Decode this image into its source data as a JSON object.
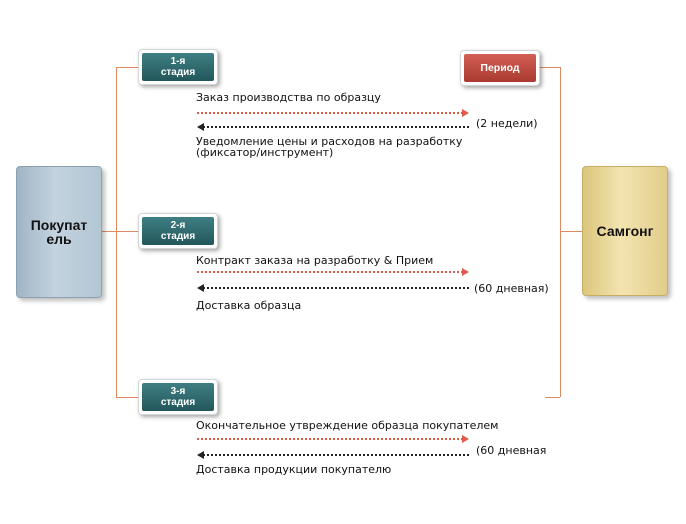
{
  "buyer": {
    "label": "Покупатель"
  },
  "samsung": {
    "label": "Самгонг"
  },
  "period": {
    "label": "Период"
  },
  "stages": [
    {
      "label": "1-я стадия",
      "line1": "1-я",
      "line2": "стадия",
      "forward": "Заказ производства по образцу",
      "duration": "(2 недели)",
      "back_line1": "Уведомление цены и расходов на разработку",
      "back_line2": "(фиксатор/инструмент)"
    },
    {
      "label": "2-я стадия",
      "line1": "2-я",
      "line2": "стадия",
      "forward": "Контракт заказа на разработку & Прием",
      "duration": "(60 дневная)",
      "back_line1": "Доставка образца"
    },
    {
      "label": "3-я стадия",
      "line1": "3-я",
      "line2": "стадия",
      "forward": "Окончательное утвреждение образца покупателем",
      "duration": "(60 дневная",
      "back_line1": "Доставка продукции покупателю"
    }
  ],
  "colors": {
    "buyer": "#b3c6d4",
    "samsung": "#ecd9a0",
    "stage": "#2f6b70",
    "period": "#c24a40",
    "connector": "#e08a64",
    "forward_arrow": "#e05a48",
    "back_arrow": "#222222"
  }
}
